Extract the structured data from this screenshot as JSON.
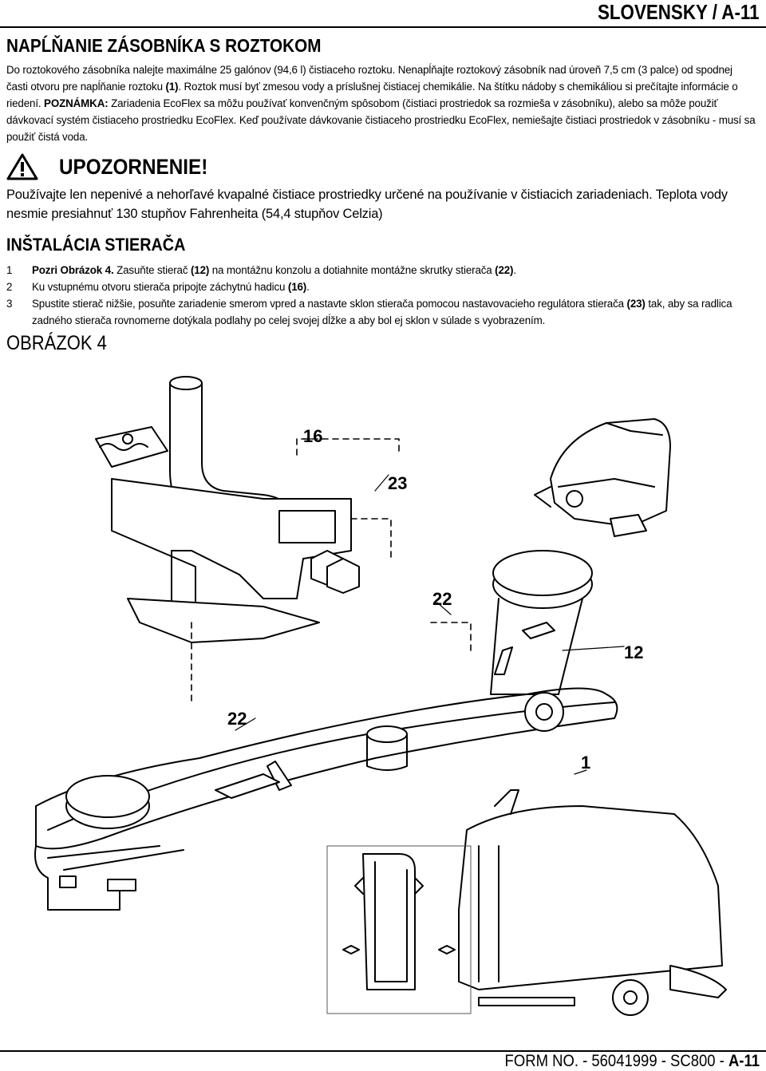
{
  "header": {
    "title": "SLOVENSKY / A-11"
  },
  "section1": {
    "title": "NAPĹŇANIE ZÁSOBNÍKA S ROZTOKOM",
    "p_a": "Do roztokového zásobníka nalejte maximálne 25 galónov (94,6 l) čistiaceho roztoku.  Nenapĺňajte roztokový zásobník nad úroveň 7,5 cm (3 palce) od spodnej časti otvoru pre napĺňanie roztoku ",
    "p_a_ref": "(1)",
    "p_b": ". Roztok musí byť zmesou vody a príslušnej čistiacej chemikálie.  Na štítku nádoby s chemikáliou si prečítajte informácie o riedení. ",
    "note_label": "POZNÁMKA:",
    "note_text": " Zariadenia EcoFlex sa môžu používať konvenčným spôsobom (čistiaci prostriedok sa rozmieša v zásobníku), alebo sa môže použiť dávkovací systém čistiaceho prostriedku EcoFlex. Keď používate dávkovanie čistiaceho prostriedku EcoFlex, nemiešajte čistiaci prostriedok v zásobníku - musí sa použiť čistá voda."
  },
  "warning": {
    "title": "UPOZORNENIE!",
    "text": "Používajte len nepenivé a nehorľavé kvapalné čistiace prostriedky určené na používanie v čistiacich zariadeniach.  Teplota vody nesmie presiahnuť 130 stupňov Fahrenheita (54,4 stupňov Celzia)"
  },
  "section2": {
    "title": "INŠTALÁCIA STIERAČA",
    "steps": [
      {
        "num": "1",
        "b1": "Pozri Obrázok 4.",
        "t1": " Zasuňte stierač ",
        "b2": "(12)",
        "t2": " na montážnu konzolu a dotiahnite montážne skrutky stierača ",
        "b3": "(22)",
        "t3": "."
      },
      {
        "num": "2",
        "t1": "Ku vstupnému otvoru stierača pripojte záchytnú hadicu ",
        "b2": "(16)",
        "t2": "."
      },
      {
        "num": "3",
        "t1": "Spustite stierač nižšie, posuňte zariadenie smerom vpred a nastavte sklon stierača pomocou nastavovacieho regulátora stierača ",
        "b2": "(23)",
        "t2": " tak, aby sa radlica zadného stierača rovnomerne dotýkala podlahy po celej svojej dĺžke a aby bol ej sklon v súlade s vyobrazením."
      }
    ]
  },
  "figure": {
    "title": "OBRÁZOK 4",
    "callouts": [
      "16",
      "23",
      "22",
      "12",
      "22",
      "1"
    ]
  },
  "footer": {
    "text": "FORM NO. - 56041999 - SC800 - ",
    "page": "A-11"
  }
}
